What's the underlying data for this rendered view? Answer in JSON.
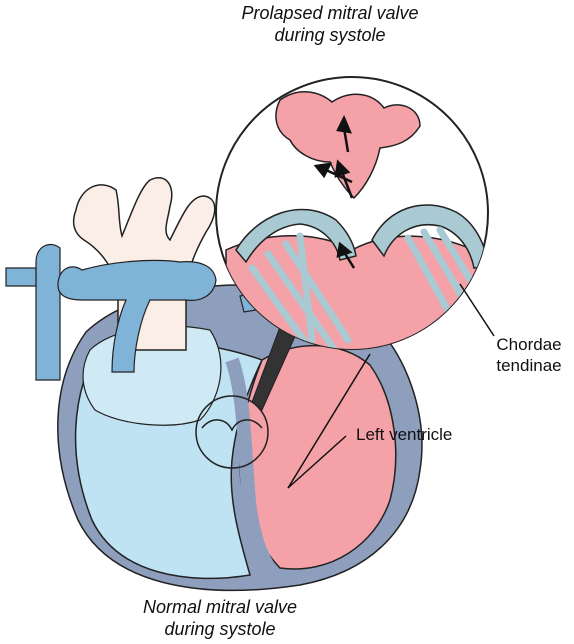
{
  "captions": {
    "top_line1": "Prolapsed mitral valve",
    "top_line2": "during systole",
    "bottom_line1": "Normal mitral valve",
    "bottom_line2": "during systole"
  },
  "labels": {
    "chordae_line1": "Chordae",
    "chordae_line2": "tendinae",
    "left_ventricle": "Left ventricle"
  },
  "colors": {
    "left_heart_pink": "#f4a1a8",
    "right_heart_blue": "#bfe3f2",
    "vessel_blue": "#7fb3d8",
    "wall_slate": "#8e9fbe",
    "aorta_cream": "#fbeee6",
    "chordae_teal": "#a9c9d3",
    "outline": "#222222"
  }
}
